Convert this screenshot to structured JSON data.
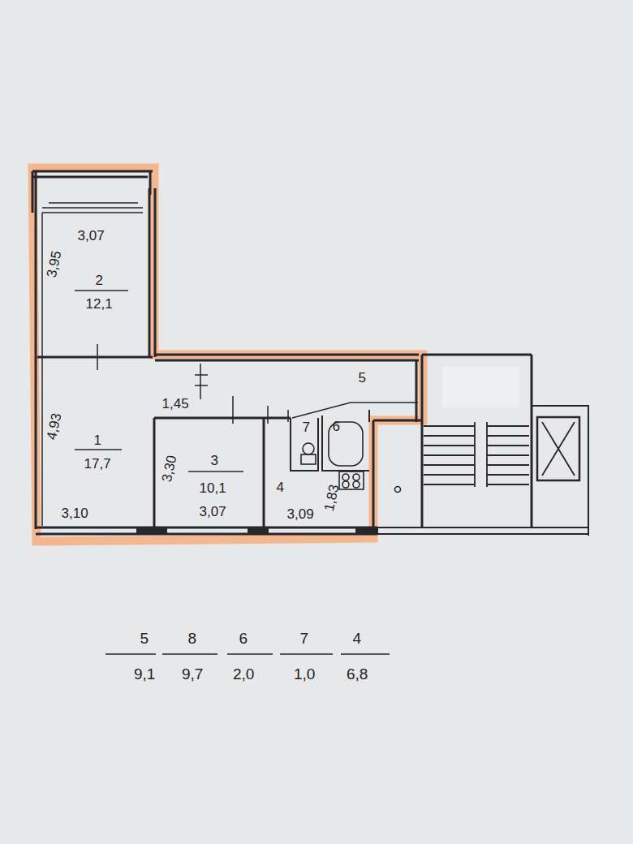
{
  "diagram": {
    "nodes": [
      {
        "text": [
          "3,07",
          "3,95",
          "2",
          "12,1"
        ]
      },
      {
        "text": [
          "4,93",
          "1",
          "17,7",
          "3,10"
        ]
      },
      {
        "text": [
          "1,45",
          "5"
        ]
      },
      {
        "text": [
          "3,30",
          "3",
          "10,1",
          "3,07"
        ]
      },
      {
        "text": [
          "7"
        ]
      },
      {
        "text": [
          "6"
        ]
      },
      {
        "text": [
          "4",
          "3,09",
          "1,83"
        ]
      }
    ],
    "labels": [
      "5",
      "9,1",
      "8",
      "9,7",
      "6",
      "2,0",
      "7",
      "1,0",
      "4",
      "6,8"
    ]
  }
}
